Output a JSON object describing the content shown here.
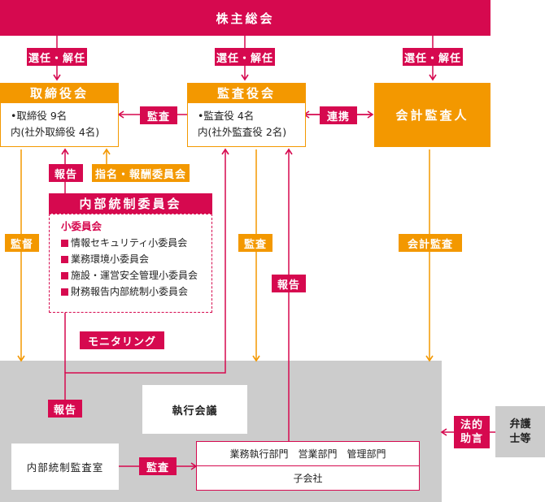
{
  "shareholders": "株主総会",
  "appoint_dismiss_label": "選任・解任",
  "board": {
    "title": "取締役会",
    "line1": "•取締役 9名",
    "line2": "内(社外取締役 4名)"
  },
  "auditors": {
    "title": "監査役会",
    "line1": "•監査役 4名",
    "line2": "内(社外監査役 2名)"
  },
  "accounting_auditor": "会計監査人",
  "audit_label": "監査",
  "cooperation_label": "連携",
  "report_label": "報告",
  "nomination_label": "指名・報酬委員会",
  "supervision_label": "監督",
  "accounting_audit_label": "会計監査",
  "internal_committee": {
    "title": "内部統制委員会",
    "sub_title": "小委員会",
    "items": [
      "情報セキュリティ小委員会",
      "業務環境小委員会",
      "施設・運営安全管理小委員会",
      "財務報告内部統制小委員会"
    ]
  },
  "monitoring_label": "モニタリング",
  "executive_meeting": "執行会議",
  "internal_audit_office": "内部統制監査室",
  "departments": "業務執行部門　営業部門　管理部門",
  "subsidiaries": "子会社",
  "legal_advice": "法的助言",
  "lawyers": "弁護士等",
  "colors": {
    "crimson": "#d6094f",
    "orange": "#f39800",
    "gray": "#cccccc"
  }
}
